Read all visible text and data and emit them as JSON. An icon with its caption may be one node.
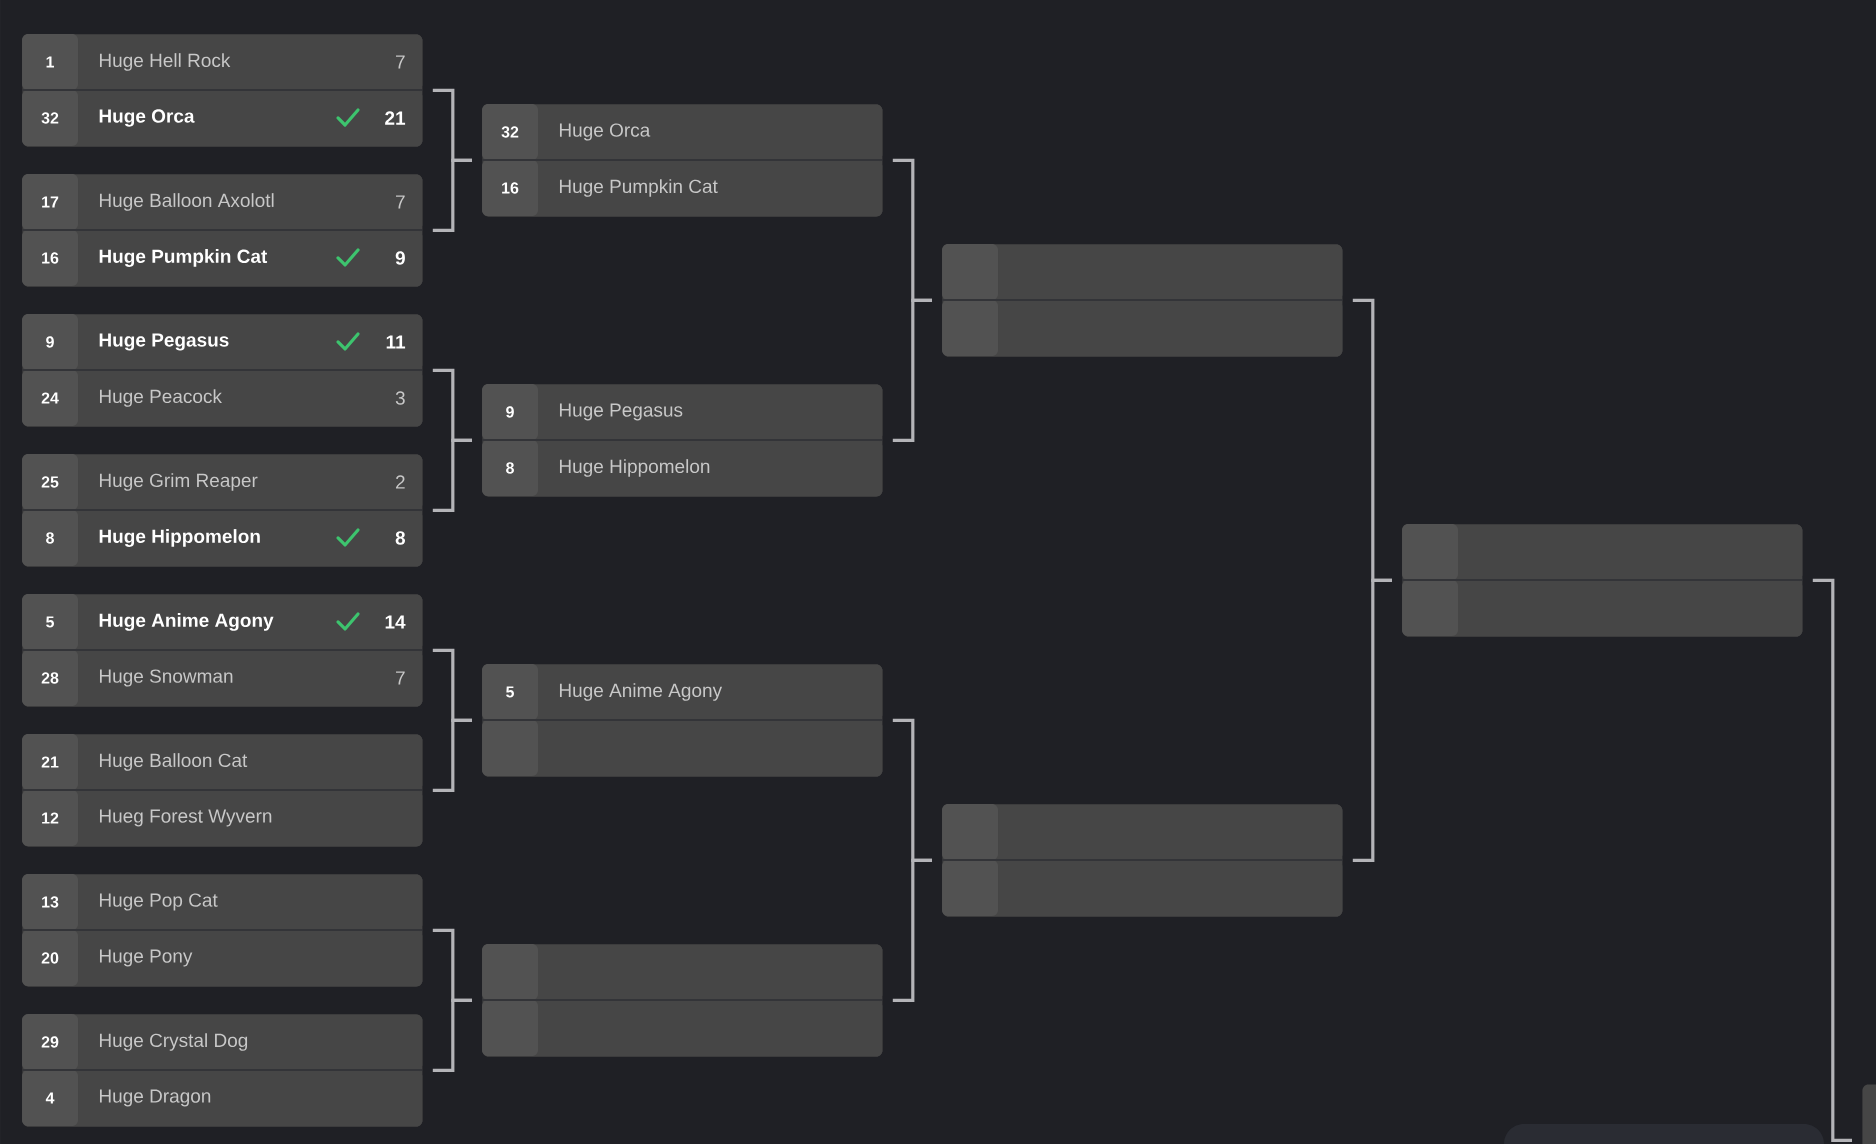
{
  "diagram": {
    "nodes": [
      {
        "text": [],
        "shape": "box"
      },
      {
        "text": [
          "1",
          "Huge Hell Rock",
          "7"
        ],
        "in": 0
      },
      {
        "text": [
          "32",
          "Huge Orca",
          "21"
        ],
        "in": 0
      },
      {
        "text": [],
        "shape": "box"
      },
      {
        "text": [
          "17",
          "Huge Balloon Axolotl",
          "7"
        ],
        "in": 3
      },
      {
        "text": [
          "16",
          "Huge Pumpkin Cat",
          "9"
        ],
        "in": 3
      },
      {
        "text": [],
        "shape": "box"
      },
      {
        "text": [
          "9",
          "Huge Pegasus",
          "11"
        ],
        "in": 6
      },
      {
        "text": [
          "24",
          "Huge Peacock",
          "3"
        ],
        "in": 6
      },
      {
        "text": [],
        "shape": "box"
      },
      {
        "text": [
          "25",
          "Huge Grim Reaper",
          "2"
        ],
        "in": 9
      },
      {
        "text": [
          "8",
          "Huge Hippomelon",
          "8"
        ],
        "in": 9
      },
      {
        "text": [],
        "shape": "box"
      },
      {
        "text": [
          "5",
          "Huge Anime Agony",
          "14"
        ],
        "in": 12
      },
      {
        "text": [
          "28",
          "Huge Snowman",
          "7"
        ],
        "in": 12
      },
      {
        "text": [],
        "shape": "box"
      },
      {
        "text": [
          "21",
          "Huge Balloon Cat"
        ],
        "in": 15
      },
      {
        "text": [
          "12",
          "Hueg Forest Wyvern"
        ],
        "in": 15
      },
      {
        "text": [],
        "shape": "box"
      },
      {
        "text": [
          "13",
          "Huge Pop Cat"
        ],
        "in": 18
      },
      {
        "text": [
          "20",
          "Huge Pony"
        ],
        "in": 18
      },
      {
        "text": [],
        "shape": "box"
      },
      {
        "text": [
          "29",
          "Huge Crystal Dog"
        ],
        "in": 21
      },
      {
        "text": [
          "4",
          "Huge Dragon"
        ],
        "in": 21
      },
      {
        "text": [],
        "shape": "box"
      },
      {
        "text": [
          "32",
          "Huge Orca"
        ],
        "in": 24
      },
      {
        "text": [
          "16",
          "Huge Pumpkin Cat"
        ],
        "in": 24
      },
      {
        "text": [],
        "shape": "box"
      },
      {
        "text": [
          "9",
          "Huge Pegasus"
        ],
        "in": 27
      },
      {
        "text": [
          "8",
          "Huge Hippomelon"
        ],
        "in": 27
      },
      {
        "text": [],
        "shape": "box"
      },
      {
        "text": [
          "5",
          "Huge Anime Agony"
        ],
        "in": 30
      },
      {
        "text": [],
        "shape": "bar",
        "in": 30
      },
      {
        "text": [],
        "shape": "box"
      },
      {
        "text": [],
        "shape": "bar",
        "in": 33
      },
      {
        "text": [],
        "shape": "bar",
        "in": 33
      },
      {
        "text": [],
        "shape": "box"
      },
      {
        "text": [],
        "shape": "bar",
        "in": 36
      },
      {
        "text": [],
        "shape": "bar",
        "in": 36
      },
      {
        "text": [],
        "shape": "box"
      },
      {
        "text": [],
        "shape": "bar",
        "in": 39
      },
      {
        "text": [],
        "shape": "bar",
        "in": 39
      },
      {
        "text": [],
        "shape": "box"
      },
      {
        "text": [],
        "shape": "bar",
        "in": 42
      },
      {
        "text": [],
        "shape": "bar",
        "in": 42
      },
      {
        "text": [],
        "shape": "box"
      }
    ],
    "edges": [
      {
        "from": 0,
        "to": 24,
        "arrow": "none"
      },
      {
        "from": 3,
        "to": 24,
        "arrow": "none"
      },
      {
        "from": 6,
        "to": 27,
        "arrow": "none"
      },
      {
        "from": 9,
        "to": 27,
        "arrow": "none"
      },
      {
        "from": 12,
        "to": 30,
        "arrow": "none"
      },
      {
        "from": 15,
        "to": 30,
        "arrow": "none"
      },
      {
        "from": 18,
        "to": 33,
        "arrow": "none"
      },
      {
        "from": 21,
        "to": 33,
        "arrow": "none"
      },
      {
        "from": 24,
        "to": 36,
        "arrow": "none"
      },
      {
        "from": 27,
        "to": 36,
        "arrow": "none"
      },
      {
        "from": 30,
        "to": 39,
        "arrow": "none"
      },
      {
        "from": 33,
        "to": 39,
        "arrow": "none"
      },
      {
        "from": 36,
        "to": 42,
        "arrow": "none"
      },
      {
        "from": 39,
        "to": 42,
        "arrow": "none"
      },
      {
        "from": 42,
        "to": 45,
        "arrow": "none"
      }
    ]
  }
}
